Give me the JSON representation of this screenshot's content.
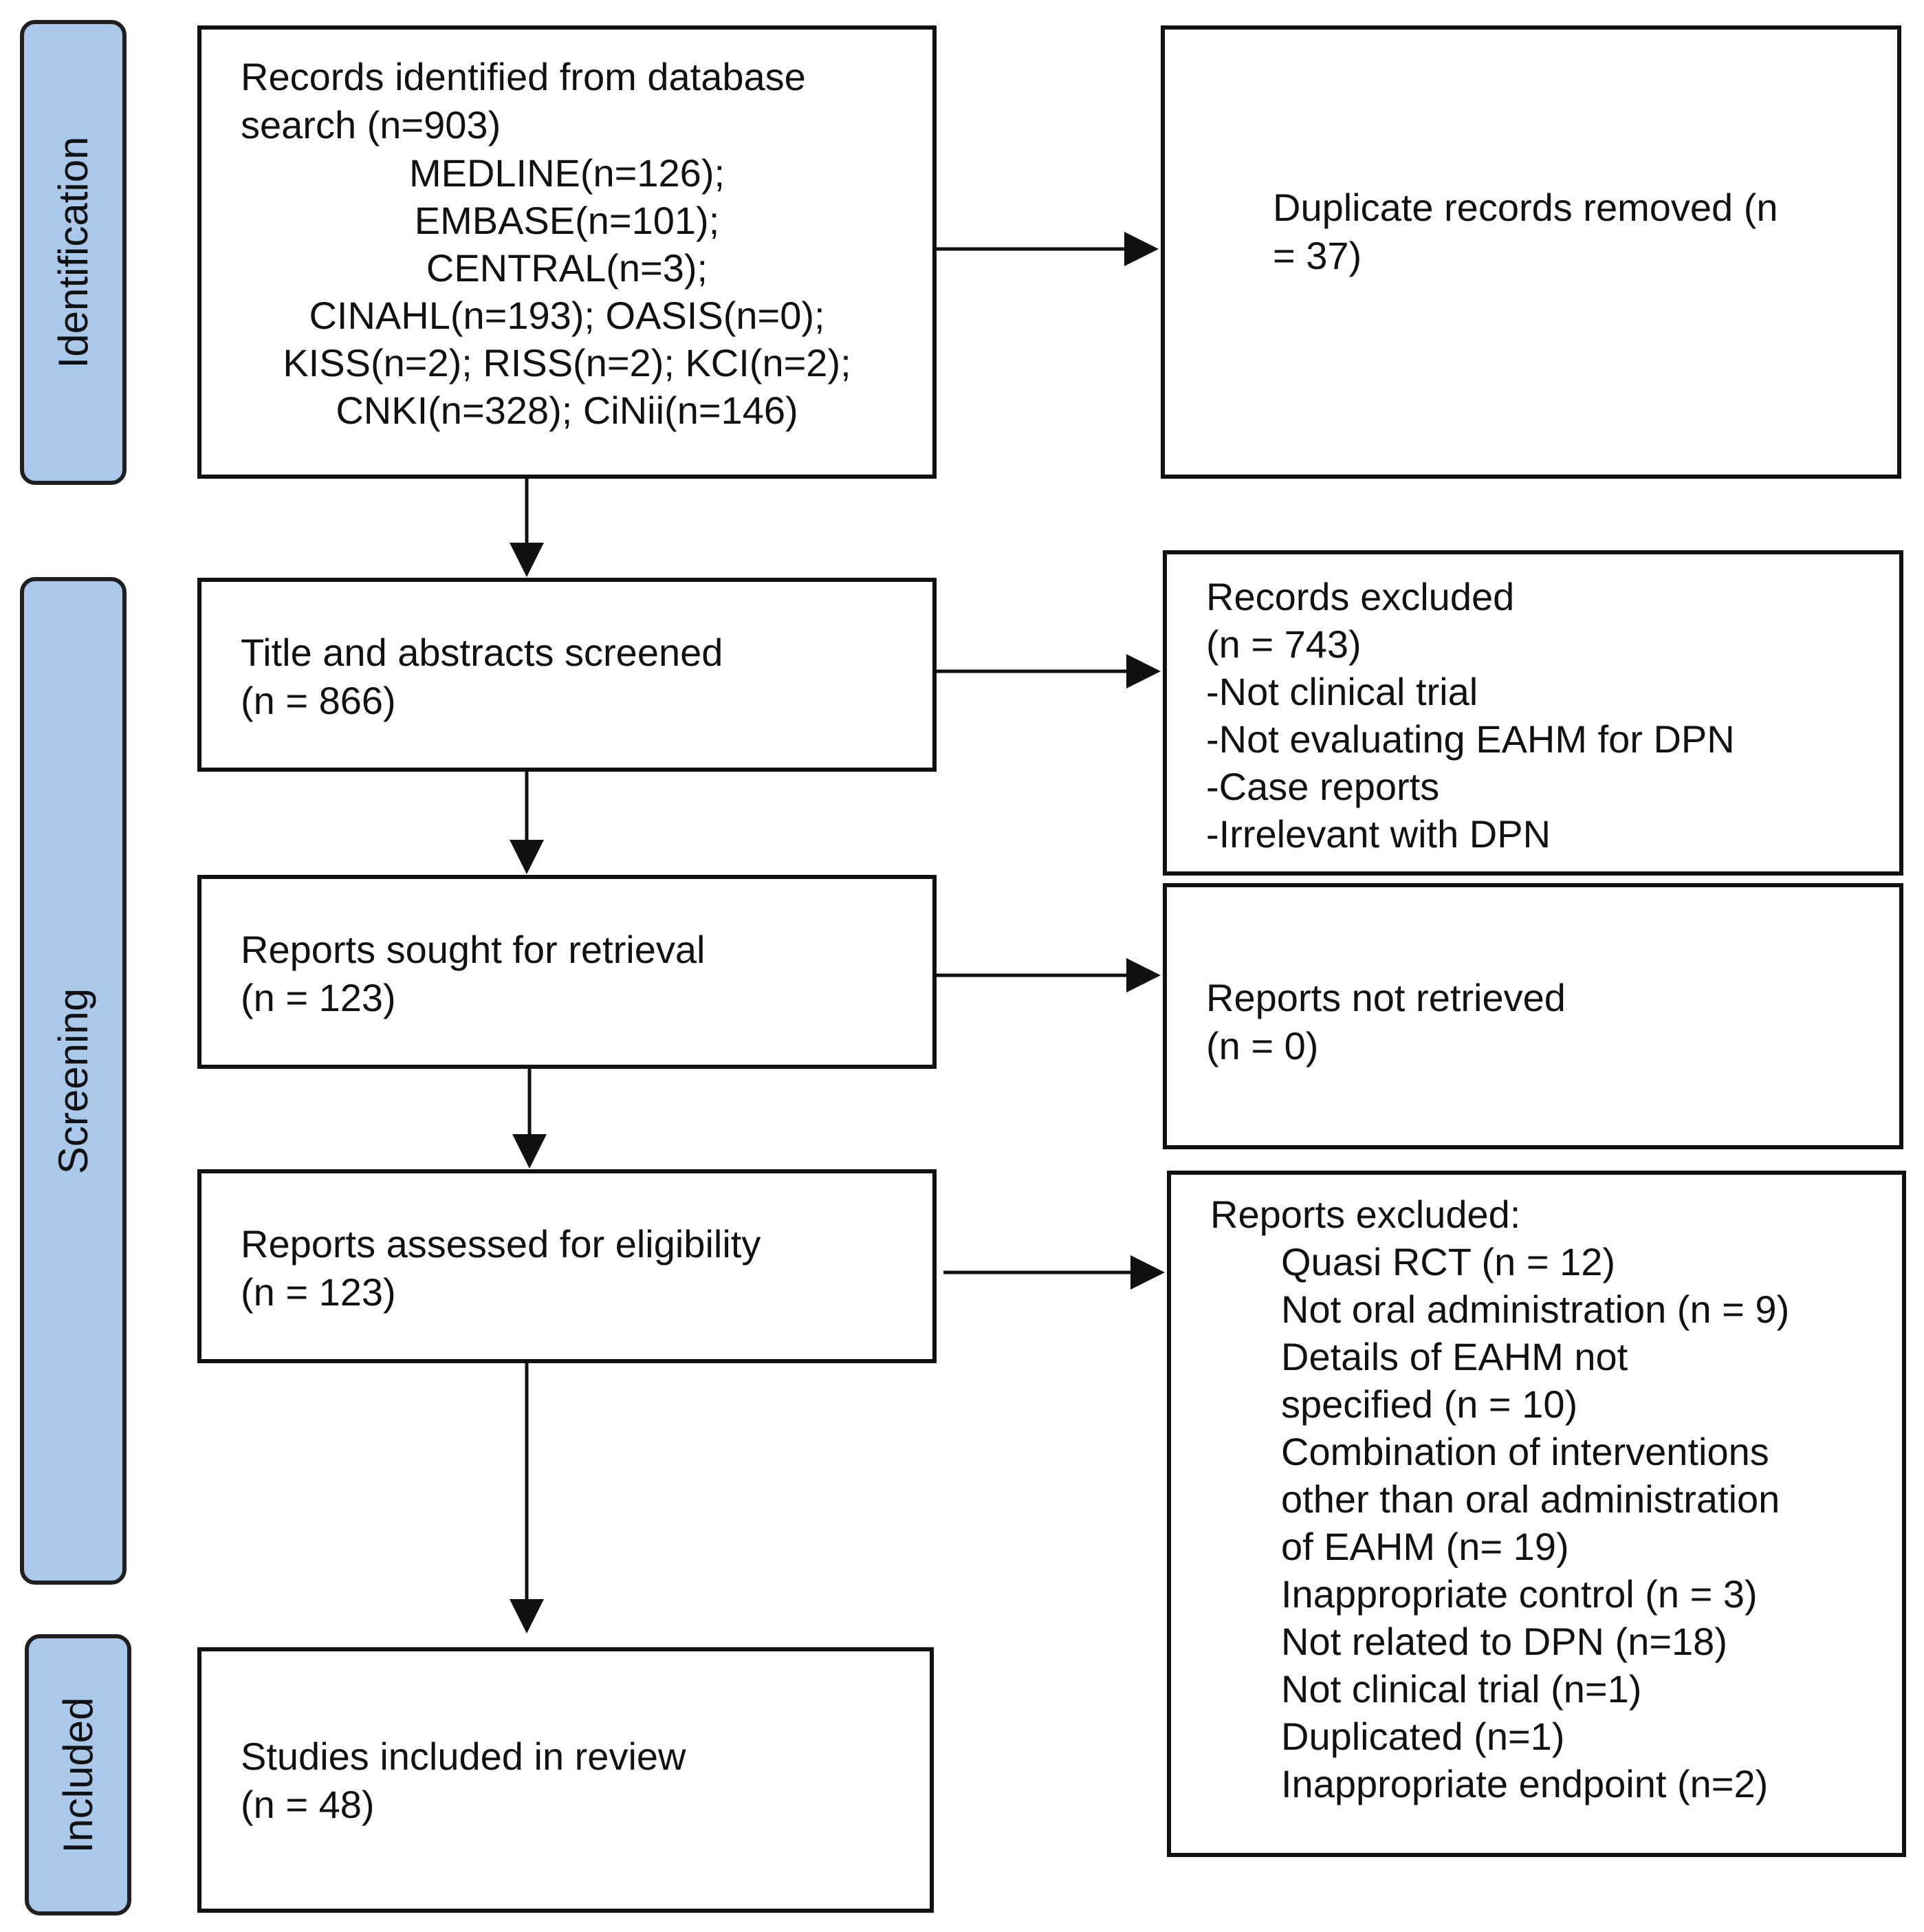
{
  "colors": {
    "stage_fill": "#a9c8ea",
    "border": "#111111",
    "arrow": "#111111"
  },
  "stages": {
    "identification": "Identification",
    "screening": "Screening",
    "included": "Included"
  },
  "boxes": {
    "records_identified": {
      "heading": [
        "Records identified from database",
        "search (n=903)"
      ],
      "databases": [
        "MEDLINE(n=126);",
        "EMBASE(n=101);",
        "CENTRAL(n=3);",
        "CINAHL(n=193); OASIS(n=0);",
        "KISS(n=2); RISS(n=2); KCI(n=2);",
        "CNKI(n=328); CiNii(n=146)"
      ]
    },
    "duplicates_removed": [
      "Duplicate records removed (n",
      "= 37)"
    ],
    "screened": [
      "Title and abstracts screened",
      "(n = 866)"
    ],
    "records_excluded": [
      "Records excluded",
      "(n = 743)",
      "-Not clinical trial",
      "-Not evaluating EAHM for DPN",
      "-Case reports",
      "-Irrelevant with DPN"
    ],
    "sought": [
      "Reports sought for retrieval",
      "(n = 123)"
    ],
    "not_retrieved": [
      "Reports not retrieved",
      "(n = 0)"
    ],
    "assessed": [
      "Reports assessed for eligibility",
      "(n = 123)"
    ],
    "reports_excluded": {
      "heading": "Reports excluded:",
      "items": [
        "Quasi RCT (n = 12)",
        "Not oral administration (n = 9)",
        "Details of EAHM not",
        "specified (n = 10)",
        "Combination of interventions",
        "other than oral administration",
        "of EAHM (n= 19)",
        "Inappropriate control (n = 3)",
        "Not related to DPN (n=18)",
        "Not clinical trial (n=1)",
        "Duplicated (n=1)",
        "Inappropriate endpoint (n=2)"
      ]
    },
    "included_studies": [
      "Studies included in review",
      "(n = 48)"
    ]
  }
}
